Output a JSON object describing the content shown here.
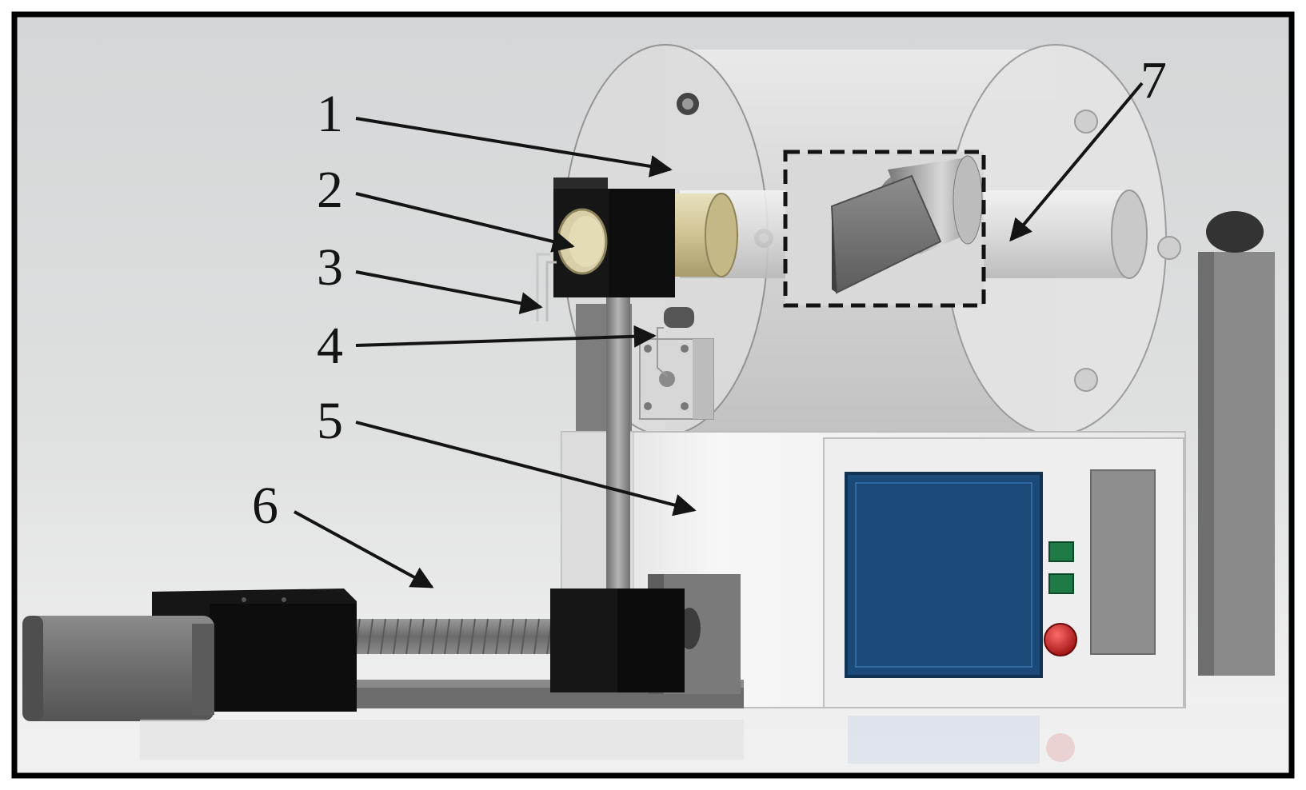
{
  "labels": [
    {
      "id": "1",
      "text": "1"
    },
    {
      "id": "2",
      "text": "2"
    },
    {
      "id": "3",
      "text": "3"
    },
    {
      "id": "4",
      "text": "4"
    },
    {
      "id": "5",
      "text": "5"
    },
    {
      "id": "6",
      "text": "6"
    },
    {
      "id": "7",
      "text": "7"
    }
  ],
  "colors": {
    "background_top": "#d6d8d9",
    "background_bottom": "#f3f3f3",
    "frame": "#000000",
    "carriage": "#161616",
    "screen": "#1c4a78",
    "button_green": "#1f7a45",
    "button_red": "#b01717",
    "specimen": "#d8cfa8"
  },
  "icons": [
    "stepper-motor-icon",
    "lead-screw-icon",
    "control-screen-icon",
    "emergency-stop-icon"
  ]
}
